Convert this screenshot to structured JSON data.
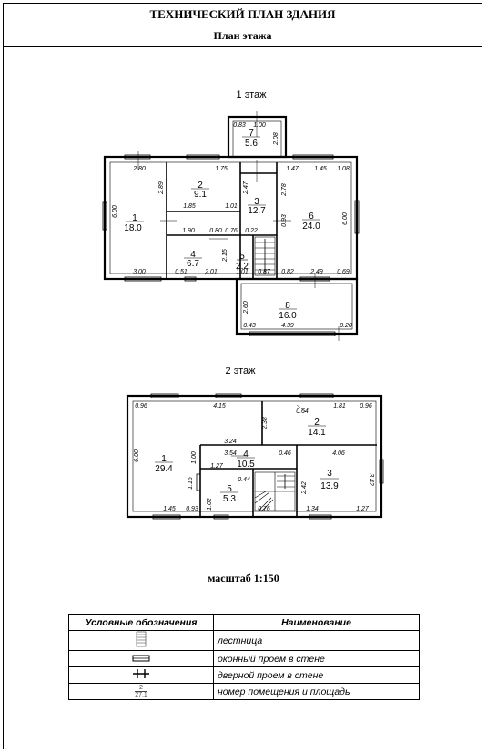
{
  "header": {
    "title": "ТЕХНИЧЕСКИЙ ПЛАН ЗДАНИЯ",
    "subtitle": "План этажа"
  },
  "floors": [
    {
      "label": "1 этаж",
      "rooms": [
        {
          "number": "1",
          "area": "18.0"
        },
        {
          "number": "2",
          "area": "9.1"
        },
        {
          "number": "3",
          "area": "12.7"
        },
        {
          "number": "4",
          "area": "6.7"
        },
        {
          "number": "5",
          "area": "2.2"
        },
        {
          "number": "6",
          "area": "24.0"
        },
        {
          "number": "7",
          "area": "5.6"
        },
        {
          "number": "8",
          "area": "16.0"
        }
      ],
      "dimensions": [
        "0.83",
        "1.00",
        "2.08",
        "2.80",
        "1.75",
        "1.47",
        "1.45",
        "1.08",
        "2.89",
        "2.47",
        "2.78",
        "6.00",
        "6.00",
        "1.85",
        "1.01",
        "1.90",
        "0.80",
        "0.76",
        "0.22",
        "0.93",
        "2.15",
        "3.00",
        "0.51",
        "2.01",
        "1.01",
        "0.87",
        "0.82",
        "2.49",
        "0.69",
        "2.60",
        "0.43",
        "4.39",
        "0.20"
      ]
    },
    {
      "label": "2 этаж",
      "rooms": [
        {
          "number": "1",
          "area": "29.4"
        },
        {
          "number": "2",
          "area": "14.1"
        },
        {
          "number": "3",
          "area": "13.9"
        },
        {
          "number": "4",
          "area": "10.5"
        },
        {
          "number": "5",
          "area": "5.3"
        }
      ],
      "dimensions": [
        "0.96",
        "4.15",
        "1.81",
        "0.96",
        "0.64",
        "2.38",
        "3.24",
        "3.54",
        "0.46",
        "4.06",
        "1.00",
        "6.00",
        "1.27",
        "0.44",
        "1.16",
        "2.42",
        "3.42",
        "1.45",
        "0.93",
        "1.02",
        "0.76",
        "1.34",
        "1.27"
      ]
    }
  ],
  "scale": "масштаб 1:150",
  "legend": {
    "header_symbol": "Условные обозначения",
    "header_name": "Наименование",
    "rows": [
      {
        "symbol": "stair-icon",
        "name": "лестница"
      },
      {
        "symbol": "window-icon",
        "name": "оконный проем в стене"
      },
      {
        "symbol": "door-icon",
        "name": "дверной проем в стене"
      },
      {
        "symbol": "room-number-icon",
        "name": "номер помещения и площадь",
        "sample_number": "2",
        "sample_area": "27.1"
      }
    ]
  }
}
